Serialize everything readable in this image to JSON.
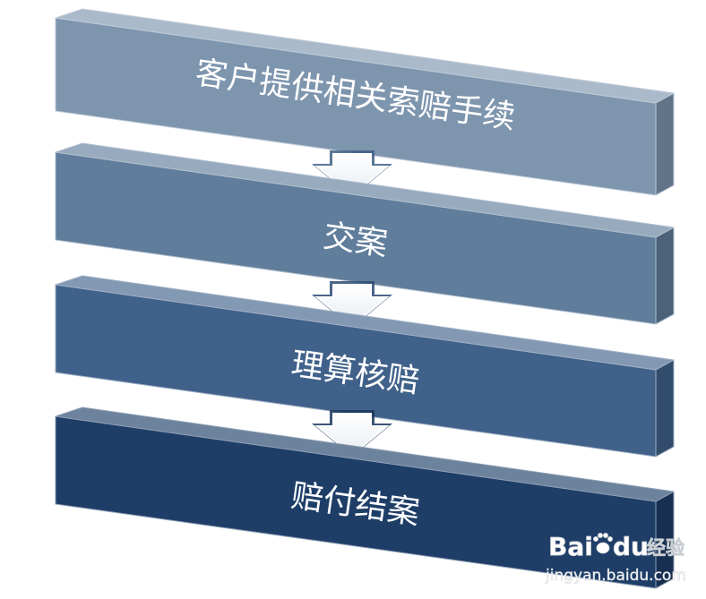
{
  "steps": [
    {
      "label": "客户提供相关索赔手续",
      "color": "#7e95ae"
    },
    {
      "label": "交案",
      "color": "#607d9b"
    },
    {
      "label": "理算核赔",
      "color": "#40618a"
    },
    {
      "label": "赔付结案",
      "color": "#1e3e68"
    }
  ],
  "watermark": {
    "brand_part1": "Bai",
    "brand_part2": "du",
    "brand_cn": "经验",
    "url": "jingyan.baidu.com"
  }
}
